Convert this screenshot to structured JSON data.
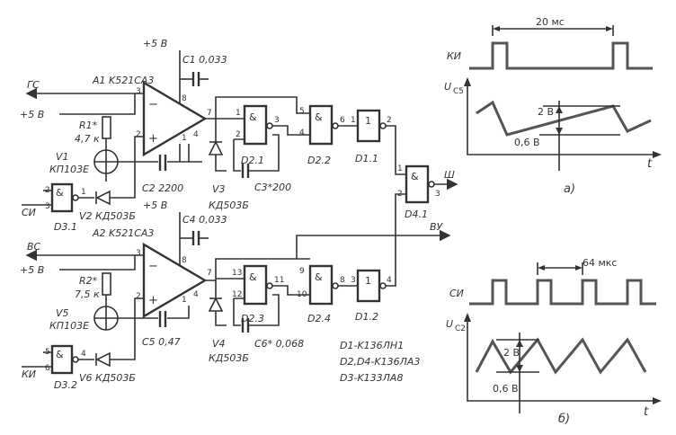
{
  "labels": {
    "supply_c1": "+5 В",
    "c1": "C1  0,033",
    "a1": "A1  K521CA3",
    "gs": "ГС",
    "plus5_1": "+5 В",
    "r1": "R1*",
    "r1_val": "4,7 к",
    "v1": "V1",
    "v1_type": "КП103Е",
    "v3": "V3",
    "c2": "C2  2200",
    "c3": "C3*200",
    "si": "СИ",
    "d31": "D3.1",
    "v2": "V2  КД503Б",
    "supply_c4": "+5 В",
    "c4": "C4  0,033",
    "kd_top": "КД503Б",
    "a2": "A2  K521CA3",
    "vs": "ВС",
    "vu": "ВУ",
    "plus5_2": "+5 В",
    "r2": "R2*",
    "r2_val": "7,5 к",
    "v5": "V5",
    "v5_type": "КП103Е",
    "v4": "V4",
    "v4_type": "КД503Б",
    "c5": "C5  0,47",
    "c6": "C6* 0,068",
    "ki": "КИ",
    "d32": "D3.2",
    "v6": "V6  КД503Б",
    "d21": "D2.1",
    "d22": "D2.2",
    "d11": "D1.1",
    "d23": "D2.3",
    "d24": "D2.4",
    "d12": "D1.2",
    "d41": "D4.1",
    "out_sh": "Ш",
    "legend1": "D1-K136ЛН1",
    "legend2": "D2,D4-K136ЛА3",
    "legend3": "D3-K133ЛА8"
  },
  "pins": {
    "a1_3": "3",
    "a1_8": "8",
    "a1_2": "2",
    "a1_1": "1",
    "a1_7": "7",
    "a1_4": "4",
    "d21_1": "1",
    "d21_2": "2",
    "d21_3": "3",
    "d22_5": "5",
    "d22_4": "4",
    "d22_6": "6",
    "d11_1": "1",
    "d11_2": "2",
    "d31_1": "1",
    "d31_2": "2",
    "d31_3": "3",
    "d41_1": "1",
    "d41_2": "2",
    "d41_3": "3",
    "a2_3": "3",
    "a2_8": "8",
    "a2_2": "2",
    "a2_1": "1",
    "a2_7": "7",
    "a2_4": "4",
    "d23_13": "13",
    "d23_12": "12",
    "d23_11": "11",
    "d24_9": "9",
    "d24_10": "10",
    "d24_8": "8",
    "d12_3": "3",
    "d12_4": "4",
    "d32_5": "5",
    "d32_6": "6",
    "d32_4": "4"
  },
  "timing_a": {
    "signal1": "КИ",
    "period": "20 мс",
    "signal2": "U",
    "signal2_sub": "C5",
    "amp": "2 В",
    "offset": "0,6 В",
    "t": "t",
    "caption": "а)"
  },
  "timing_b": {
    "signal1": "СИ",
    "period": "64 мкс",
    "signal2": "U",
    "signal2_sub": "C2",
    "amp": "2 В",
    "offset": "0,6 В",
    "t": "t",
    "caption": "б)"
  }
}
